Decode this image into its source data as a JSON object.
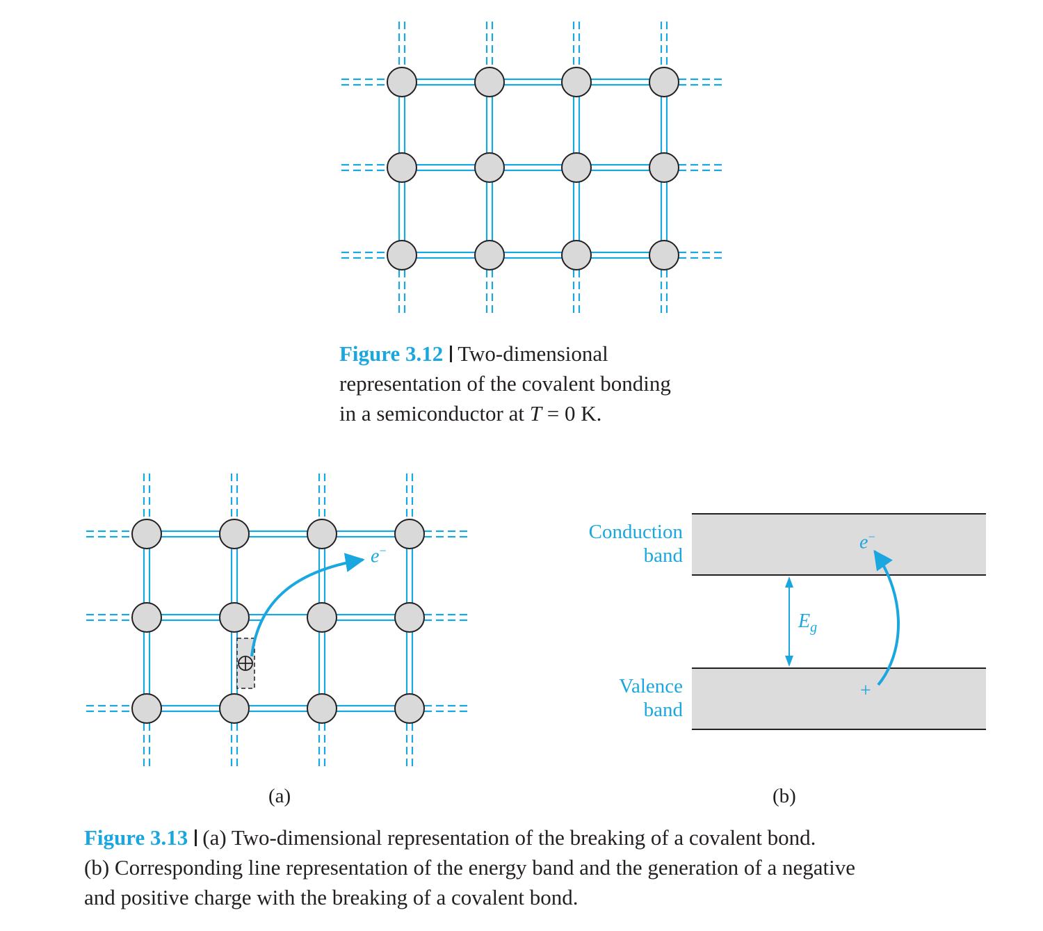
{
  "figure_3_12": {
    "number": "Figure 3.12",
    "line1": "Two-dimensional",
    "line2": "representation of the covalent bonding",
    "line3_pre": "in a semiconductor at ",
    "line3_var": "T",
    "line3_post": " = 0 K."
  },
  "figure_3_13": {
    "number": "Figure 3.13",
    "line1": "(a) Two-dimensional representation of the breaking of a covalent bond.",
    "line2": "(b) Corresponding line representation of the energy band and the generation of a negative",
    "line3": "and positive charge with the breaking of a covalent bond.",
    "panel_a_label": "(a)",
    "panel_b_label": "(b)",
    "electron_symbol": "e",
    "electron_sup": "−",
    "conduction_band_line1": "Conduction",
    "conduction_band_line2": "band",
    "valence_band_line1": "Valence",
    "valence_band_line2": "band",
    "gap_symbol": "E",
    "gap_sub": "g",
    "hole_symbol": "+"
  },
  "colors": {
    "bond": "#1aa7e0",
    "atom_fill": "#d9d9da",
    "atom_stroke": "#231f20",
    "band_fill": "#dcdcdd",
    "accent": "#1aa7e0"
  }
}
